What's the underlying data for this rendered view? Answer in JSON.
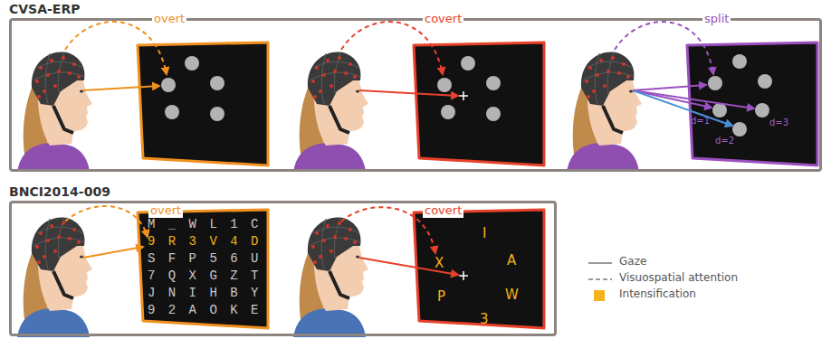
{
  "diagram": {
    "nodes": [
      {
        "text": [
          "CVSA-ERP"
        ]
      },
      {
        "text": [
          "d=1",
          "d=2",
          "d=3"
        ],
        "in": 0
      },
      {
        "text": [
          "BNCI2014-009"
        ]
      },
      {
        "text": [
          "M _ W L 1 C",
          "9 R 3 V 4 D",
          "S F P 5 6 U",
          "7 Q X G Z T",
          "J N I H B Y",
          "9 2 A O K E"
        ],
        "in": 2
      },
      {
        "text": [
          "I",
          "X",
          "A",
          "P",
          "W",
          "3"
        ],
        "in": 2
      }
    ],
    "labels": [
      "overt",
      "covert",
      "split",
      "overt",
      "covert"
    ],
    "legend": [
      {
        "text": "Gaze"
      },
      {
        "text": "Visuospatial attention"
      },
      {
        "text": "Intensification",
        "color": "#f5b21a"
      }
    ]
  }
}
